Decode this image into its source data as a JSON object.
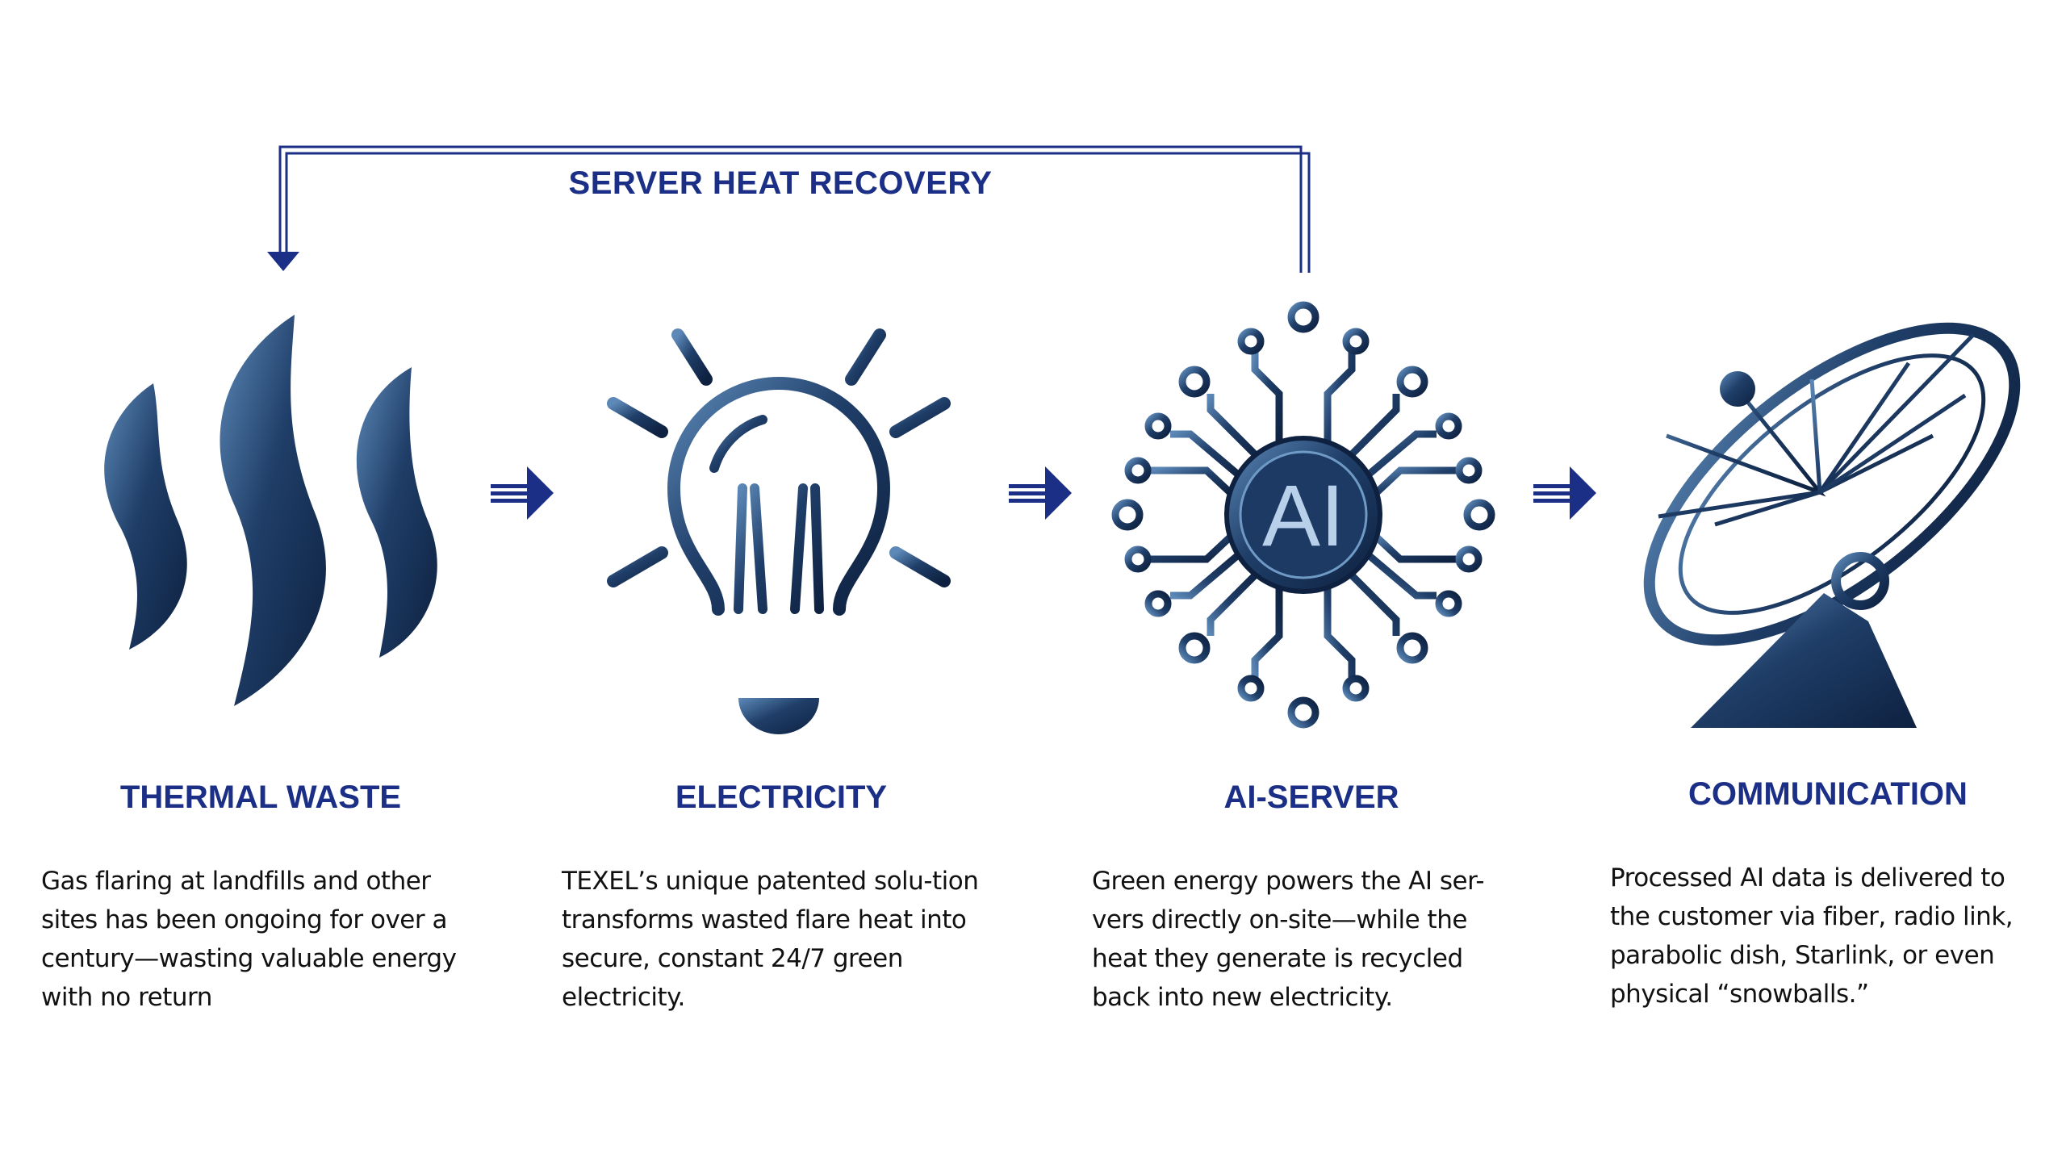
{
  "loop": {
    "label": "SERVER HEAT RECOVERY"
  },
  "colors": {
    "heading": "#1b2f86",
    "icon_dark": "#12284a",
    "icon_light": "#4f7cae",
    "arrow": "#1b2f86"
  },
  "steps": [
    {
      "icon": "flames-icon",
      "title": "THERMAL WASTE",
      "text": "Gas flaring at landfills and other sites has been ongoing for over a century—wasting valuable energy with no return"
    },
    {
      "icon": "lightbulb-icon",
      "title": "ELECTRICITY",
      "text": "TEXEL’s unique patented solu-tion transforms wasted flare heat into secure, constant 24/7 green electricity."
    },
    {
      "icon": "ai-chip-icon",
      "title": "AI-SERVER",
      "chip_label": "AI",
      "text": "Green energy powers the AI ser-vers directly on-site—while the heat they generate is recycled back into new electricity."
    },
    {
      "icon": "satellite-dish-icon",
      "title": "COMMUNICATION",
      "text": "Processed AI data is delivered to the customer via fiber, radio link, parabolic dish, Starlink, or even physical “snowballs.”"
    }
  ]
}
